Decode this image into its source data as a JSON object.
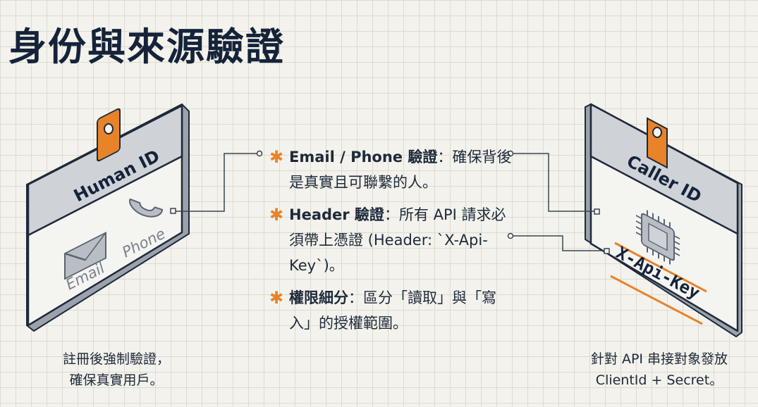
{
  "title": "身份與來源驗證",
  "human_card": {
    "heading": "Human ID",
    "email_label": "Email",
    "phone_label": "Phone"
  },
  "caller_card": {
    "heading": "Caller ID",
    "key_label": "X-Api-Key"
  },
  "bullets": [
    {
      "bold": "Email / Phone 驗證",
      "text": "：確保背後是真實且可聯繫的人。"
    },
    {
      "bold": "Header 驗證",
      "text": "：所有 API 請求必須帶上憑證 (Header: `X-Api-Key`)。"
    },
    {
      "bold": "權限細分",
      "text": "：區分「讀取」與「寫入」的授權範圍。"
    }
  ],
  "captions": {
    "left": [
      "註冊後強制驗證，",
      "確保真實用戶。"
    ],
    "right": [
      "針對 API 串接對象發放",
      "ClientId + Secret。"
    ]
  },
  "colors": {
    "accent": "#e8832a",
    "navy": "#15233a",
    "card_gray": "#cfd3d8"
  }
}
